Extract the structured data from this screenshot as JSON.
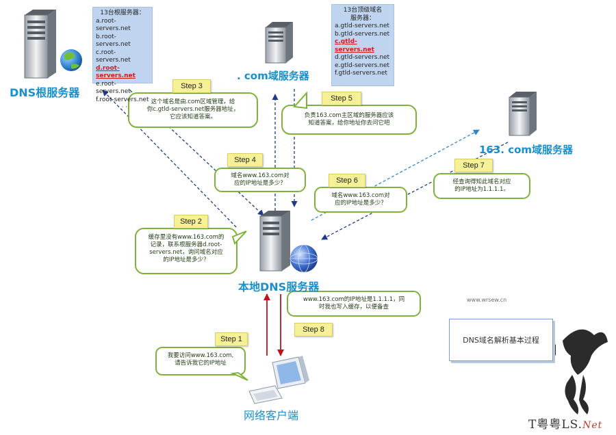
{
  "nodes": {
    "root_server": "DNS根服务器",
    "com_server": ". com域服务器",
    "server_163": "163. com域服务器",
    "local_dns": "本地DNS服务器",
    "client": "网络客户端"
  },
  "root_list": {
    "header": "13台根服务器：",
    "items": [
      "a.root-servers.net",
      "b.root-servers.net",
      "c.root-servers.net",
      "d.root-servers.net",
      "e.root-servers.net",
      "f.root-servers.net",
      "· · ·"
    ],
    "highlight_index": 3
  },
  "gtld_list": {
    "header_line1": "13台顶级域名",
    "header_line2": "服务器：",
    "items": [
      "a.gtld-servers.net",
      "b.gtld-servers.net",
      "c.gtld-servers.net",
      "d.gtld-servers.net",
      "e.gtld-servers.net",
      "f.gtld-servers.net"
    ],
    "highlight_index": 2
  },
  "steps": [
    {
      "label": "Step 1",
      "text_lines": [
        "我要访问www.163.com,",
        "请告诉我它的IP地址"
      ]
    },
    {
      "label": "Step 2",
      "text_lines": [
        "缓存里没有www.163.com的",
        "记录，联系根服务器d.root-",
        "servers.net，询问域名对应",
        "的IP地址是多少？"
      ]
    },
    {
      "label": "Step 3",
      "text_lines": [
        "这个域名是由.com区域管理，给",
        "你c.gtld-servers.net服务器地址，",
        "它应该知道答案。"
      ]
    },
    {
      "label": "Step 4",
      "text_lines": [
        "域名www.163.com对",
        "应的IP地址是多少？"
      ]
    },
    {
      "label": "Step 5",
      "text_lines": [
        "负责163.com主区域的服务器应该",
        "知道答案，给你地址你去问它吧"
      ]
    },
    {
      "label": "Step 6",
      "text_lines": [
        "域名www.163.com对",
        "应的IP地址是多少？"
      ]
    },
    {
      "label": "Step 7",
      "text_lines": [
        "经查询得知此域名对应",
        "的IP地址为1.1.1.1。"
      ]
    },
    {
      "label": "Step 8",
      "text_lines": [
        "www.163.com的IP地址是1.1.1.1，同",
        "时我也写入缓存，以便备查"
      ]
    }
  ],
  "small_url": "www.wrsew.cn",
  "caption": "DNS域名解析基本过程",
  "watermark": {
    "main": "T粤粤LS.",
    "suffix": "Net"
  },
  "colors": {
    "arrow_blue": "#1f3a8a",
    "arrow_red": "#c0121b",
    "bubble_fill": "#ffffff",
    "bubble_border": "#7fb23a",
    "step_fill": "#f6f096",
    "title_blue": "#1a8fd0",
    "list_bg": "#bfd4ee",
    "highlight_red": "#d01e1e"
  }
}
